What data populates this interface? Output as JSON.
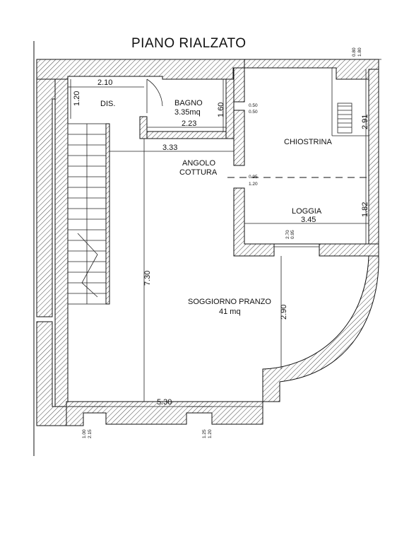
{
  "title": "PIANO RIALZATO",
  "rooms": {
    "dis": "DIS.",
    "bagno": "BAGNO",
    "bagno_area": "3.35mq",
    "chiostrina": "CHIOSTRINA",
    "angolo": "ANGOLO",
    "cottura": "COTTURA",
    "loggia": "LOGGIA",
    "soggiorno": "SOGGIORNO PRANZO",
    "soggiorno_area": "41 mq"
  },
  "dimensions": {
    "d_2_10": "2.10",
    "d_1_20": "1.20",
    "d_1_60": "1.60",
    "d_2_23": "2.23",
    "d_3_33": "3.33",
    "d_2_91": "2.91",
    "d_1_82": "1.82",
    "d_3_45": "3.45",
    "d_7_30": "7.30",
    "d_2_90": "2.90",
    "d_5_30": "5.30"
  },
  "openings": {
    "bagno_window_w": "0.50",
    "bagno_window_h": "0.50",
    "cottura_window_w": "0.95",
    "cottura_window_h": "1.20",
    "loggia_door_w": "0.95",
    "loggia_door_h": "2.70",
    "top_right_w": "0.80",
    "top_right_h": "1.80",
    "left_window_w": "1.00",
    "left_window_h": "2.15",
    "right_window_w": "1.25",
    "right_window_h": "1.20"
  }
}
